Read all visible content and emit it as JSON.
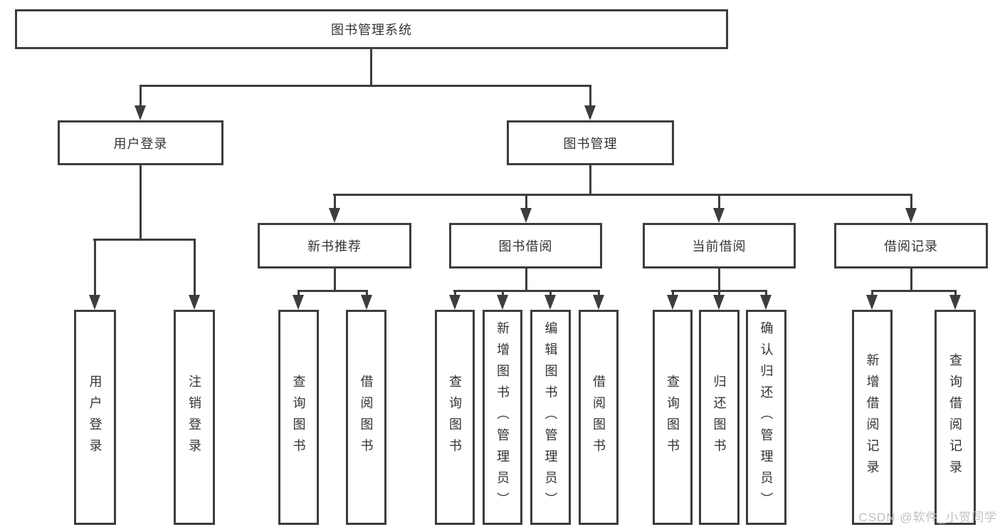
{
  "nodes": {
    "root": "图书管理系统",
    "user_login": "用户登录",
    "book_management": "图书管理",
    "new_book_recommend": "新书推荐",
    "book_borrow": "图书借阅",
    "current_borrow": "当前借阅",
    "borrow_records": "借阅记录",
    "ul_user_login": "用户登录",
    "ul_logout": "注销登录",
    "nb_query_books": "查询图书",
    "nb_borrow_books": "借阅图书",
    "bb_query_books": "查询图书",
    "bb_add_books": "新增图书（管理员）",
    "bb_edit_books": "编辑图书（管理员）",
    "bb_borrow_books": "借阅图书",
    "cb_query_books": "查询图书",
    "cb_return_books": "归还图书",
    "cb_confirm_return": "确认归还（管理员）",
    "br_add_record": "新增借阅记录",
    "br_query_record": "查询借阅记录"
  },
  "watermark": "CSDN @软件_小贺同学",
  "colors": {
    "line": "#3d3d3d",
    "text": "#333333",
    "watermark": "#c0c0c0",
    "background": "#ffffff"
  }
}
